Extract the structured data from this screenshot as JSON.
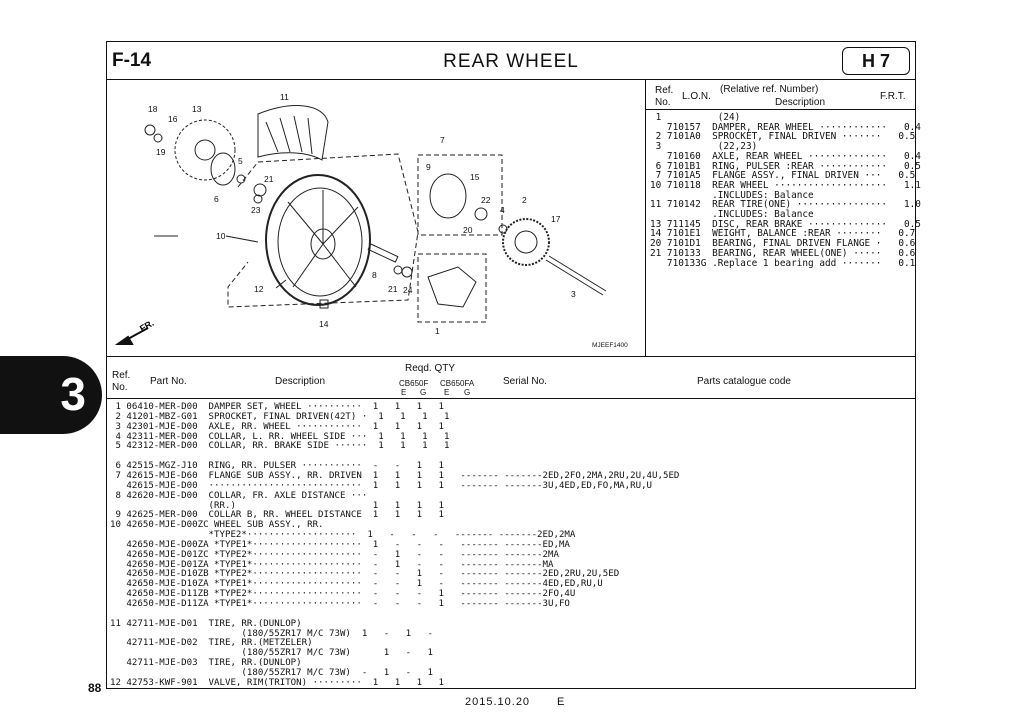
{
  "header": {
    "section_code": "F-14",
    "title": "REAR WHEEL",
    "model_code": "H 7"
  },
  "diagram": {
    "labels": [
      "18",
      "16",
      "13",
      "11",
      "19",
      "5",
      "21",
      "23",
      "6",
      "10",
      "7",
      "9",
      "15",
      "22",
      "20",
      "4",
      "2",
      "17",
      "8",
      "21",
      "24",
      "3",
      "12",
      "14",
      "1"
    ],
    "drawing_id": "MJEEF1400",
    "front_arrow": "FR."
  },
  "ref_table": {
    "headers": {
      "ref": "Ref.",
      "no": "No.",
      "lon": "L.O.N.",
      "relative": "(Relative ref. Number)",
      "description": "Description",
      "frt": "F.R.T."
    },
    "rows": [
      " 1          (24)",
      "   710157  DAMPER, REAR WHEEL ············   0.4",
      " 2 7101A0  SPROCKET, FINAL DRIVEN ·······   0.5",
      " 3          (22,23)",
      "   710160  AXLE, REAR WHEEL ··············   0.4",
      " 6 7101B1  RING, PULSER :REAR ············   0.5",
      " 7 7101A5  FLANGE ASSY., FINAL DRIVEN ···   0.5",
      "10 710118  REAR WHEEL ····················   1.1",
      "           .INCLUDES: Balance",
      "11 710142  REAR TIRE(ONE) ················   1.0",
      "           .INCLUDES: Balance",
      "13 711145  DISC, REAR BRAKE ··············   0.5",
      "14 7101E1  WEIGHT, BALANCE :REAR ········   0.7",
      "20 7101D1  BEARING, FINAL DRIVEN FLANGE ·   0.6",
      "21 710133  BEARING, REAR WHEEL(ONE) ·····   0.6",
      "   710133G .Replace 1 bearing add ·······   0.1"
    ]
  },
  "parts_table": {
    "headers": {
      "ref": "Ref.",
      "no": "No.",
      "part_no": "Part No.",
      "description": "Description",
      "reqd_qty": "Reqd. QTY",
      "model1": "CB650F",
      "model2": "CB650FA",
      "e1": "E",
      "g1": "G",
      "e2": "E",
      "g2": "G",
      "serial": "Serial No.",
      "catalogue": "Parts catalogue code"
    },
    "rows": [
      " 1 06410-MER-D00  DAMPER SET, WHEEL ··········  1   1   1   1",
      " 2 41201-MBZ-G01  SPROCKET, FINAL DRIVEN(42T) ·  1   1   1   1",
      " 3 42301-MJE-D00  AXLE, RR. WHEEL ············  1   1   1   1",
      " 4 42311-MER-D00  COLLAR, L. RR. WHEEL SIDE ···  1   1   1   1",
      " 5 42312-MER-D00  COLLAR, RR. BRAKE SIDE ······  1   1   1   1",
      "",
      " 6 42515-MGZ-J10  RING, RR. PULSER ···········  -   -   1   1",
      " 7 42615-MJE-D60  FLANGE SUB ASSY., RR. DRIVEN  1   1   1   1   ------- -------2ED,2FO,2MA,2RU,2U,4U,5ED",
      "   42615-MJE-D00  ····························  1   1   1   1   ------- -------3U,4ED,ED,FO,MA,RU,U",
      " 8 42620-MJE-D00  COLLAR, FR. AXLE DISTANCE ···",
      "                  (RR.)                         1   1   1   1",
      " 9 42625-MER-D00  COLLAR B, RR. WHEEL DISTANCE  1   1   1   1",
      "10 42650-MJE-D00ZC WHEEL SUB ASSY., RR.",
      "                  *TYPE2*····················  1   -   -   -   ------- -------2ED,2MA",
      "   42650-MJE-D00ZA *TYPE1*····················  1   -   -   -   ------- -------ED,MA",
      "   42650-MJE-D01ZC *TYPE2*····················  -   1   -   -   ------- -------2MA",
      "   42650-MJE-D01ZA *TYPE1*····················  -   1   -   -   ------- -------MA",
      "   42650-MJE-D10ZB *TYPE2*····················  -   -   1   -   ------- -------2ED,2RU,2U,5ED",
      "   42650-MJE-D10ZA *TYPE1*····················  -   -   1   -   ------- -------4ED,ED,RU,U",
      "   42650-MJE-D11ZB *TYPE2*····················  -   -   -   1   ------- -------2FO,4U",
      "   42650-MJE-D11ZA *TYPE1*····················  -   -   -   1   ------- -------3U,FO",
      "",
      "11 42711-MJE-D01  TIRE, RR.(DUNLOP)",
      "                        (180/55ZR17 M/C 73W)  1   -   1   -",
      "   42711-MJE-D02  TIRE, RR.(METZELER)",
      "                        (180/55ZR17 M/C 73W)      1   -   1",
      "   42711-MJE-D03  TIRE, RR.(DUNLOP)",
      "                        (180/55ZR17 M/C 73W)  -   1   -   1",
      "12 42753-KWF-901  VALVE, RIM(TRITON) ·········  1   1   1   1"
    ]
  },
  "footer": {
    "page_number": "88",
    "date": "2015.10.20",
    "edition": "E"
  },
  "side_tab": {
    "label": "3"
  }
}
